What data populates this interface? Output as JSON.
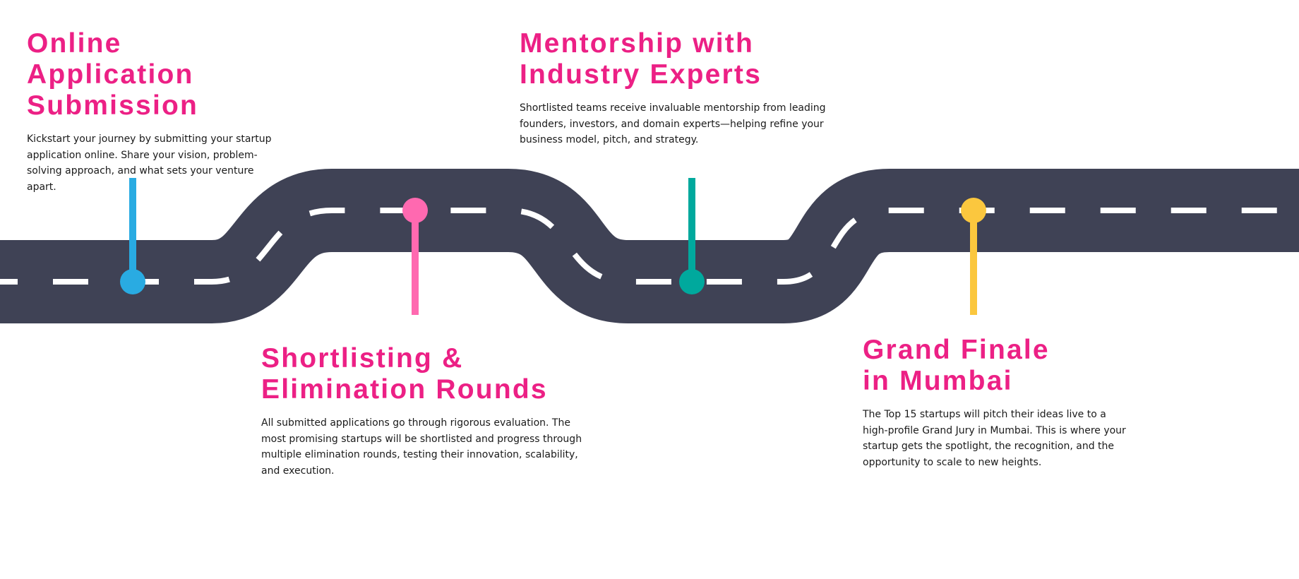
{
  "colors": {
    "road": "#3f4255",
    "lane_marking": "#ffffff",
    "heading": "#ec2085",
    "pin_1": "#29abe2",
    "pin_2": "#ff69b0",
    "pin_3": "#00a99d",
    "pin_4": "#fbc73e"
  },
  "steps": [
    {
      "title_line1": "Online Application",
      "title_line2": "Submission",
      "description": "Kickstart your journey by submitting your startup application online. Share your vision, problem-solving approach, and what sets your venture apart."
    },
    {
      "title_line1": "Shortlisting &",
      "title_line2": "Elimination Rounds",
      "description": "All submitted applications go through rigorous evaluation. The most promising startups will be shortlisted and progress through multiple elimination rounds, testing their innovation, scalability, and execution."
    },
    {
      "title_line1": "Mentorship with",
      "title_line2": "Industry Experts",
      "description": "Shortlisted teams receive invaluable mentorship from leading founders, investors, and domain experts—helping refine your business model, pitch, and strategy."
    },
    {
      "title_line1": "Grand Finale",
      "title_line2": "in Mumbai",
      "description": "The Top 15 startups will pitch their ideas live to a high-profile Grand Jury in Mumbai. This is where your startup gets the spotlight, the recognition, and the opportunity to scale to new heights."
    }
  ]
}
